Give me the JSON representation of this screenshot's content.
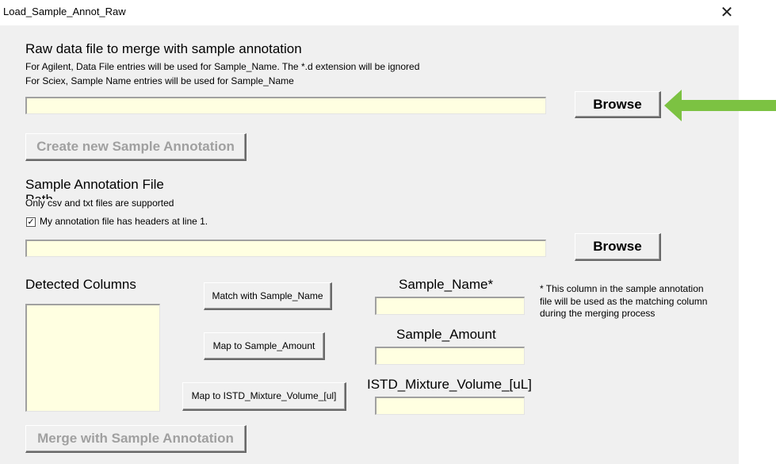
{
  "window": {
    "title": "Load_Sample_Annot_Raw",
    "close_glyph": "✕"
  },
  "raw_section": {
    "heading": "Raw data file to merge with sample annotation",
    "note_agilent": "For Agilent, Data File entries will be used for Sample_Name. The *.d extension will be ignored",
    "note_sciex": "For Sciex, Sample Name entries will be used for Sample_Name",
    "path_value": "",
    "browse_label": "Browse",
    "create_label": "Create new Sample Annotation"
  },
  "annotation_section": {
    "heading": "Sample Annotation File",
    "hidden_path_label": "Path",
    "supported_note": "Only csv and txt files are supported",
    "header_checkbox_label": "My annotation file has headers at line 1.",
    "header_checkbox_checked": true,
    "checkbox_glyph": "✓",
    "path_value": "",
    "browse_label": "Browse"
  },
  "columns_section": {
    "heading": "Detected Columns",
    "match_sample_name_label": "Match with Sample_Name",
    "map_sample_amount_label": "Map to Sample_Amount",
    "map_istd_label": "Map to ISTD_Mixture_Volume_[ul]",
    "sample_name_caption": "Sample_Name*",
    "sample_amount_caption": "Sample_Amount",
    "istd_caption": "ISTD_Mixture_Volume_[uL]",
    "sample_name_value": "",
    "sample_amount_value": "",
    "istd_value": "",
    "footnote_line1": "* This column in the sample annotation",
    "footnote_line2": "file will be used as the matching column",
    "footnote_line3": "during the merging process"
  },
  "merge_label": "Merge with Sample Annotation",
  "colors": {
    "panel_bg": "#f0f0f0",
    "textbox_bg": "#ffffe1",
    "arrow": "#7cc242",
    "disabled_text": "#a0a0a0"
  }
}
